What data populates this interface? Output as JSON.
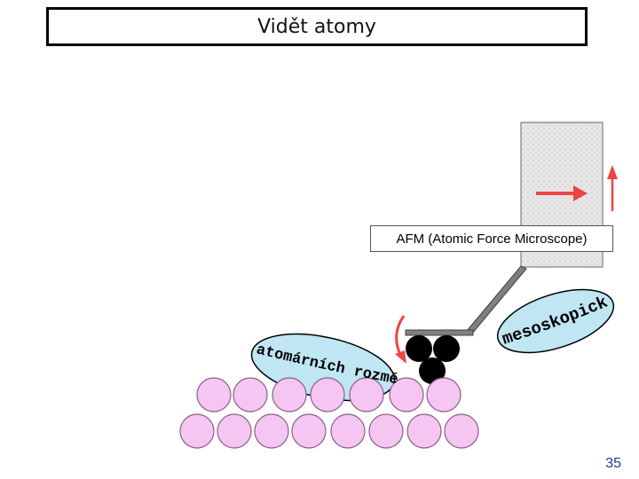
{
  "title": "Vidět atomy",
  "afm_label": "AFM (Atomic Force Microscope)",
  "mesoscopic_label": "mesoskopické",
  "atomic_label": "atomárních rozměrů",
  "page_number": "35",
  "colors": {
    "sample_atom_fill": "#f6c6f2",
    "sample_atom_stroke": "#8a5f88",
    "ellipse_fill": "#bfe6f2",
    "arrow": "#ee4444",
    "tip_atoms": "#000000",
    "cantilever": "#808080",
    "holder": "#e6e6e6",
    "page_number": "#1f3a93"
  }
}
